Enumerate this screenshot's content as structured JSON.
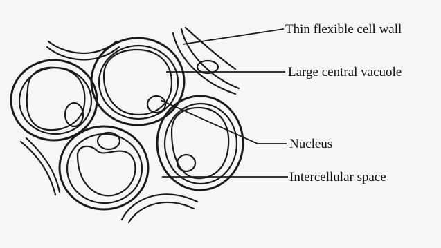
{
  "labels": {
    "cell_wall": "Thin flexible cell wall",
    "vacuole": "Large central vacuole",
    "nucleus": "Nucleus",
    "intercellular_space": "Intercellular space"
  }
}
